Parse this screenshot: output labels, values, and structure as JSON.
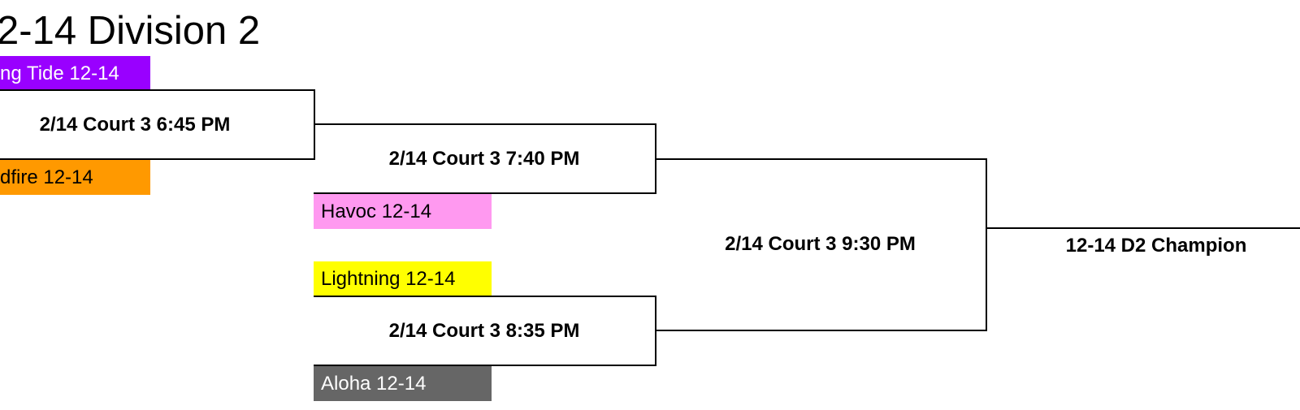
{
  "title": "2-14 Division 2",
  "colors": {
    "rising_tide": "#9900ff",
    "wildfire": "#ff9900",
    "havoc": "#ff99f0",
    "lightning": "#ffff00",
    "aloha": "#666666"
  },
  "round1": {
    "team_top": "ng Tide 12-14",
    "team_bottom": "dfire 12-14",
    "game": "2/14 Court 3 6:45 PM"
  },
  "round2_top": {
    "game": "2/14 Court 3 7:40 PM",
    "team": "Havoc 12-14"
  },
  "round2_bottom": {
    "team_top": "Lightning 12-14",
    "game": "2/14 Court 3 8:35 PM",
    "team_bottom": "Aloha 12-14"
  },
  "final": {
    "game": "2/14 Court 3 9:30 PM"
  },
  "champion": {
    "label": "12-14 D2 Champion"
  }
}
